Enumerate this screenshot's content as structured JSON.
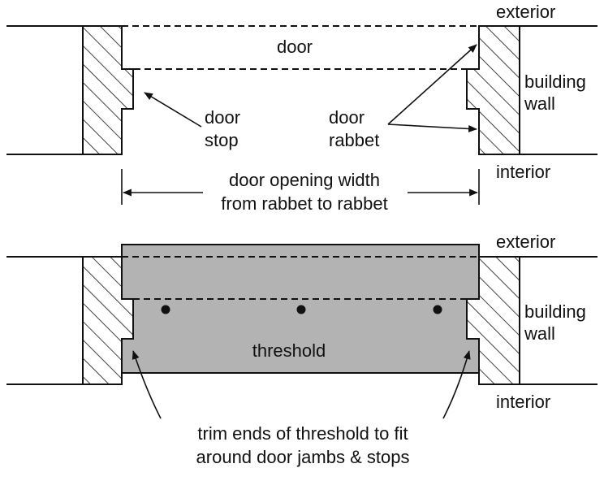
{
  "colors": {
    "ink": "#111111",
    "threshold_fill": "#b3b3b3",
    "background": "#ffffff"
  },
  "top": {
    "exterior": "exterior",
    "interior": "interior",
    "door": "door",
    "building_wall": [
      "building",
      "wall"
    ],
    "door_stop": [
      "door",
      "stop"
    ],
    "door_rabbet": [
      "door",
      "rabbet"
    ],
    "opening_width": [
      "door opening width",
      "from rabbet to rabbet"
    ]
  },
  "bottom": {
    "exterior": "exterior",
    "interior": "interior",
    "threshold": "threshold",
    "building_wall": [
      "building",
      "wall"
    ],
    "trim_note": [
      "trim ends of threshold to fit",
      "around door jambs & stops"
    ]
  }
}
